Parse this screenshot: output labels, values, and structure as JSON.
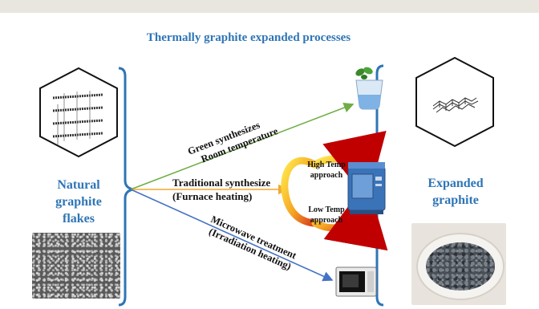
{
  "title": "Thermally graphite expanded processes",
  "left": {
    "label_lines": [
      "Natural",
      "graphite",
      "flakes"
    ]
  },
  "right": {
    "label_lines": [
      "Expanded",
      "graphite"
    ]
  },
  "routes": [
    {
      "line1": "Green synthesizes",
      "line2": "Room temperature"
    },
    {
      "line1": "Traditional synthesize",
      "line2": "(Furnace heating)"
    },
    {
      "line1": "Microwave treatment",
      "line2": "(Irradiation heating)"
    }
  ],
  "furnace": {
    "high_lines": [
      "High Temp",
      "approach"
    ],
    "low_lines": [
      "Low Temp",
      "approach"
    ]
  },
  "colors": {
    "green_arrow": "#70ad47",
    "orange_arrow": "#f0a830",
    "blue_arrow": "#4472c4",
    "bracket": "#2e75b6",
    "label": "#2e75b6"
  }
}
